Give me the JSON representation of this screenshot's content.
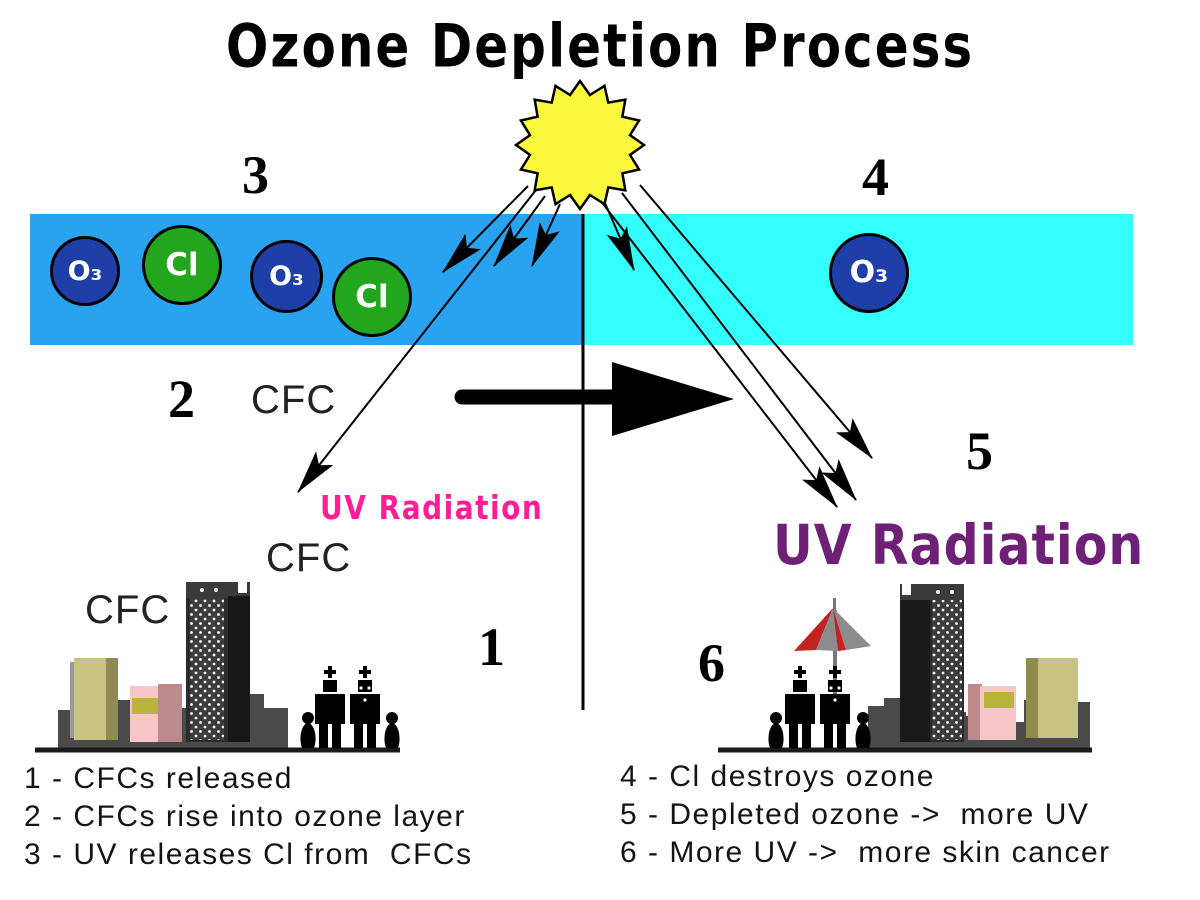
{
  "title": "Ozone Depletion Process",
  "step_numbers": {
    "s1": "1",
    "s2": "2",
    "s3": "3",
    "s4": "4",
    "s5": "5",
    "s6": "6"
  },
  "molecules": [
    {
      "type": "ozone",
      "label": "O₃"
    },
    {
      "type": "chlorine",
      "label": "Cl"
    },
    {
      "type": "ozone",
      "label": "O₃"
    },
    {
      "type": "chlorine",
      "label": "Cl"
    },
    {
      "type": "ozone",
      "label": "O₃"
    }
  ],
  "labels": {
    "cfc": "CFC",
    "uv_radiation_small": "UV Radiation",
    "uv_radiation_large": "UV Radiation"
  },
  "legend": {
    "left": [
      "1 - CFCs released",
      "2 - CFCs rise into ozone layer",
      "3 - UV releases Cl from  CFCs"
    ],
    "right": [
      "4 - Cl destroys ozone",
      "5 - Depleted ozone ->  more UV",
      "6 - More UV ->  more skin cancer"
    ]
  },
  "colors": {
    "band_left": "#29A2F0",
    "band_right": "#33FFFF",
    "o3_fill": "#1E3EA8",
    "cl_fill": "#21A61E",
    "sun_fill": "#FAF83D",
    "uv_pink": "#FF1E96",
    "uv_purple": "#6E2077"
  }
}
